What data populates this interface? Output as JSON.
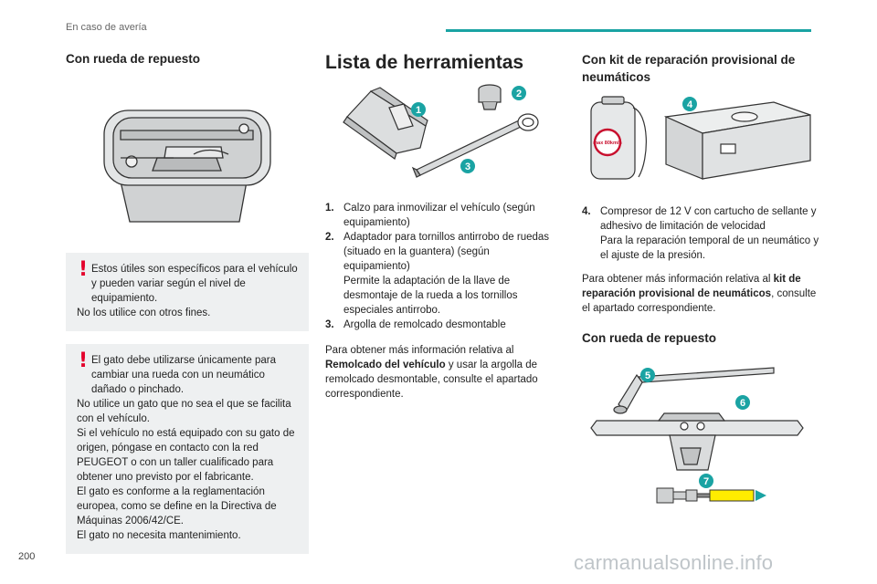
{
  "header": {
    "section": "En caso de avería"
  },
  "colors": {
    "accent": "#1aa3a3",
    "warning": "#e4002b",
    "note_bg": "#eef0f1"
  },
  "col1": {
    "title": "Con rueda de repuesto",
    "note1": {
      "icon": "warning-exclamation-icon",
      "lines": [
        "Estos útiles son específicos para el vehículo y pueden variar según el nivel de equipamiento.",
        "No los utilice con otros fines."
      ]
    },
    "note2": {
      "icon": "warning-exclamation-icon",
      "lines": [
        "El gato debe utilizarse únicamente para cambiar una rueda con un neumático dañado o pinchado.",
        "No utilice un gato que no sea el que se facilita con el vehículo.",
        "Si el vehículo no está equipado con su gato de origen, póngase en contacto con la red PEUGEOT o con un taller cualificado para obtener uno previsto por el fabricante.",
        "El gato es conforme a la reglamentación europea, como se define en la Directiva de Máquinas 2006/42/CE.",
        "El gato no necesita mantenimiento."
      ]
    }
  },
  "col2": {
    "title": "Lista de herramientas",
    "callouts": [
      "1",
      "2",
      "3"
    ],
    "items": [
      {
        "num": "1.",
        "text": "Calzo para inmovilizar el vehículo (según equipamiento)"
      },
      {
        "num": "2.",
        "text": "Adaptador para tornillos antirrobo de ruedas (situado en la guantera) (según equipamiento)",
        "extra": "Permite la adaptación de la llave de desmontaje de la rueda a los tornillos especiales antirrobo."
      },
      {
        "num": "3.",
        "text": "Argolla de remolcado desmontable"
      }
    ],
    "para": {
      "pre": "Para obtener más información relativa al ",
      "bold": "Remolcado del vehículo",
      "post": " y usar la argolla de remolcado desmontable, consulte el apartado correspondiente."
    }
  },
  "col3": {
    "title": "Con kit de reparación provisional de neumáticos",
    "callout4": "4",
    "bottle_label": "max 80km/h",
    "items": [
      {
        "num": "4.",
        "text": "Compresor de 12 V con cartucho de sellante y adhesivo de limitación de velocidad",
        "extra": "Para la reparación temporal de un neumático y el ajuste de la presión."
      }
    ],
    "para": {
      "pre": "Para obtener más información relativa al ",
      "bold": "kit de reparación provisional de neumáticos",
      "post": ", consulte el apartado correspondiente."
    },
    "title2": "Con rueda de repuesto",
    "callouts2": [
      "5",
      "6",
      "7"
    ]
  },
  "footer": {
    "page_number": "200",
    "watermark": "carmanualsonline.info"
  }
}
